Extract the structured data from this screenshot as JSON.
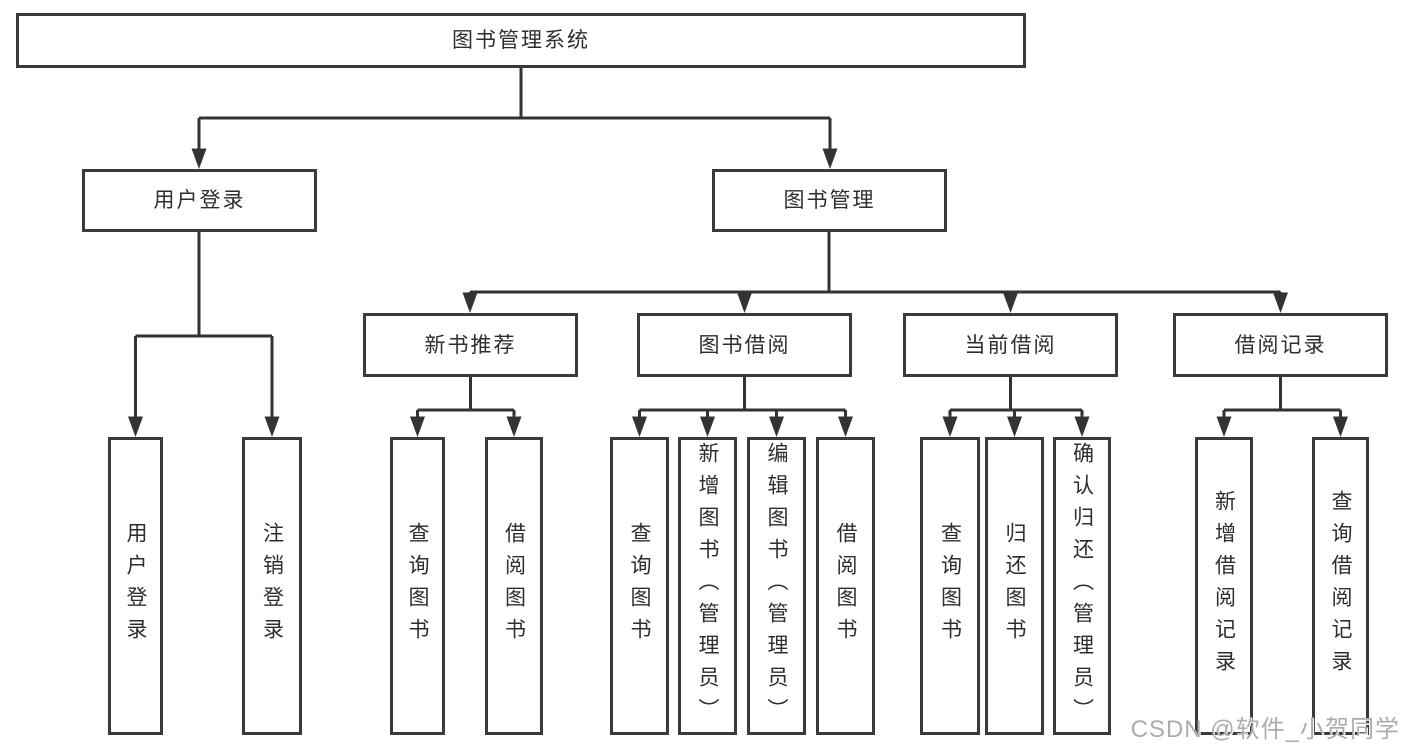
{
  "colors": {
    "line": "#333333",
    "box_border": "#3a3a3a",
    "text": "#2e2e2e",
    "watermark": "#a8adb3",
    "background": "#ffffff"
  },
  "watermark": {
    "text": "CSDN @软件_小贺同学"
  },
  "tree": {
    "root": {
      "label": "图书管理系统"
    },
    "user_login": {
      "label": "用户登录",
      "children": {
        "login": {
          "label": "用户登录"
        },
        "logout": {
          "label": "注销登录"
        }
      }
    },
    "book_manage": {
      "label": "图书管理",
      "children": {
        "new_book_recommend": {
          "label": "新书推荐",
          "children": {
            "query_book": {
              "label": "查询图书"
            },
            "borrow_book": {
              "label": "借阅图书"
            }
          }
        },
        "book_borrow": {
          "label": "图书借阅",
          "children": {
            "query_book": {
              "label": "查询图书"
            },
            "add_book": {
              "label": "新增图书（管理员）"
            },
            "edit_book": {
              "label": "编辑图书（管理员）"
            },
            "borrow_book": {
              "label": "借阅图书"
            }
          }
        },
        "current_borrow": {
          "label": "当前借阅",
          "children": {
            "query_book": {
              "label": "查询图书"
            },
            "return_book": {
              "label": "归还图书"
            },
            "confirm_return": {
              "label": "确认归还（管理员）"
            }
          }
        },
        "borrow_records": {
          "label": "借阅记录",
          "children": {
            "add_record": {
              "label": "新增借阅记录"
            },
            "query_record": {
              "label": "查询借阅记录"
            }
          }
        }
      }
    }
  }
}
